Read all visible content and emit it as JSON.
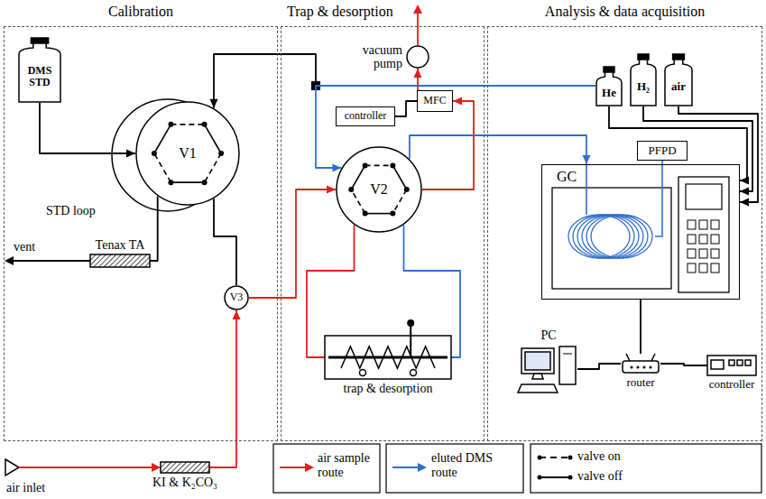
{
  "diagram": {
    "nodes": [
      {
        "text": [
          "Calibration"
        ]
      },
      {
        "text": [
          "Trap & desorption"
        ]
      },
      {
        "text": [
          "Analysis & data acquisition"
        ]
      },
      {
        "text": [
          "DMS STD"
        ],
        "in": 0
      },
      {
        "text": [
          "V1"
        ],
        "in": 0
      },
      {
        "text": [
          "Tenax TA"
        ],
        "in": 0
      },
      {
        "text": [
          "V3"
        ],
        "in": 0
      },
      {
        "text": [
          "KI & K₂CO₃"
        ]
      },
      {
        "text": [
          "vacuum pump"
        ],
        "in": 1
      },
      {
        "text": [
          "MFC"
        ],
        "in": 1
      },
      {
        "text": [
          "controller"
        ],
        "in": 1
      },
      {
        "text": [
          "V2"
        ],
        "in": 1
      },
      {
        "text": [
          "trap & desorption"
        ],
        "in": 1
      },
      {
        "text": [
          "He"
        ],
        "in": 2
      },
      {
        "text": [
          "H₂"
        ],
        "in": 2
      },
      {
        "text": [
          "air"
        ],
        "in": 2
      },
      {
        "text": [
          "PFPD"
        ],
        "in": 2
      },
      {
        "text": [
          "GC"
        ],
        "in": 2
      },
      {
        "text": [
          "PC"
        ],
        "in": 2
      },
      {
        "text": [
          "router"
        ],
        "in": 2
      },
      {
        "text": [
          "controller"
        ],
        "in": 2
      }
    ],
    "edges": [
      {
        "from": 3,
        "to": 4,
        "arrow": "to"
      },
      {
        "from": 4,
        "to": 5,
        "arrow": "none"
      },
      {
        "from": 4,
        "to": 6,
        "arrow": "none"
      },
      {
        "from": 7,
        "to": 6,
        "arrow": "to"
      },
      {
        "from": 6,
        "to": 11,
        "arrow": "to"
      },
      {
        "from": 11,
        "to": 12,
        "arrow": "none"
      },
      {
        "from": 12,
        "to": 11,
        "arrow": "none"
      },
      {
        "from": 11,
        "to": 9,
        "arrow": "to"
      },
      {
        "from": 9,
        "to": 8,
        "arrow": "to"
      },
      {
        "from": 10,
        "to": 9,
        "arrow": "none"
      },
      {
        "from": 13,
        "to": 4,
        "arrow": "to"
      },
      {
        "from": 13,
        "to": 11,
        "arrow": "to"
      },
      {
        "from": 11,
        "to": 17,
        "arrow": "to"
      },
      {
        "from": 13,
        "to": 17,
        "arrow": "to"
      },
      {
        "from": 14,
        "to": 17,
        "arrow": "to"
      },
      {
        "from": 15,
        "to": 17,
        "arrow": "to"
      },
      {
        "from": 17,
        "to": 19,
        "arrow": "none"
      },
      {
        "from": 18,
        "to": 19,
        "arrow": "none"
      },
      {
        "from": 19,
        "to": 20,
        "arrow": "none"
      }
    ],
    "labels": [
      "STD loop",
      "vent",
      "air inlet"
    ],
    "legend": [
      {
        "text": "air sample route"
      },
      {
        "text": "eluted DMS route"
      },
      {
        "text": "valve on"
      },
      {
        "text": "valve off"
      }
    ]
  }
}
